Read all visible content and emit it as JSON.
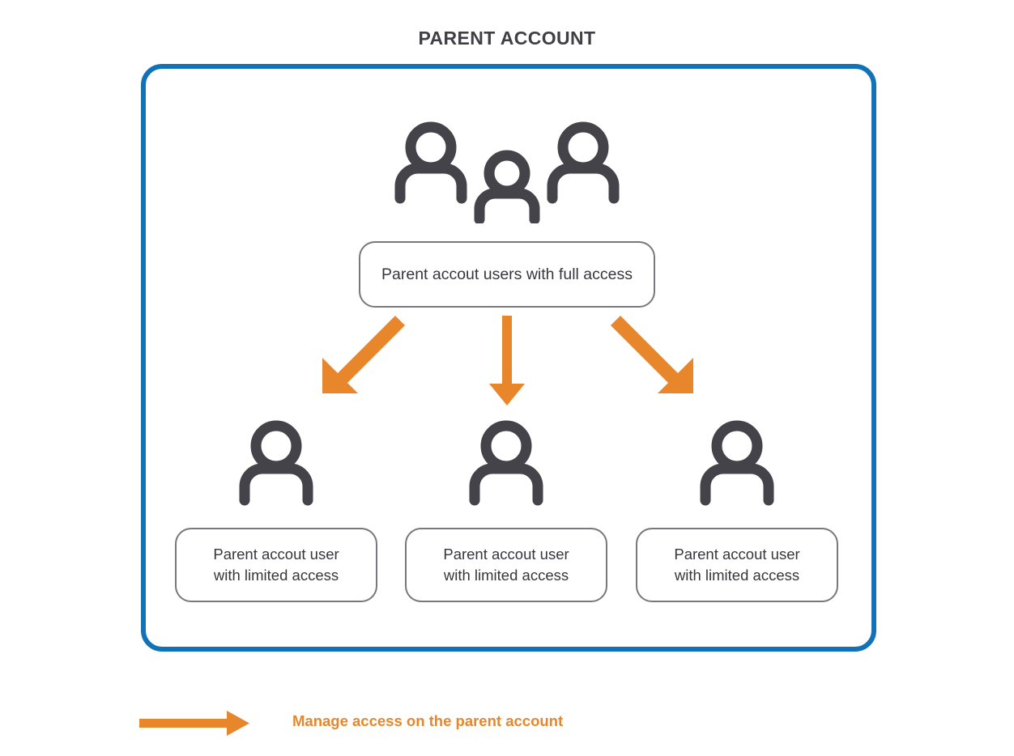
{
  "page": {
    "title": "PARENT ACCOUNT",
    "background": "#ffffff"
  },
  "colors": {
    "frame_blue": "#1272b8",
    "arrow_orange": "#e8862c",
    "icon_gray": "#434349",
    "box_border_gray": "#77777d",
    "text_dark": "#36363c",
    "title_gray": "#3f3f46"
  },
  "diagram": {
    "type": "hierarchy",
    "container_label": "PARENT ACCOUNT",
    "parent_node": {
      "icon": "three-people-icon",
      "label": "Parent accout users with full access"
    },
    "child_nodes": [
      {
        "icon": "person-icon",
        "label_line1": "Parent accout user",
        "label_line2": "with limited access"
      },
      {
        "icon": "person-icon",
        "label_line1": "Parent accout user",
        "label_line2": "with limited access"
      },
      {
        "icon": "person-icon",
        "label_line1": "Parent accout user",
        "label_line2": "with limited access"
      }
    ],
    "connectors": [
      {
        "name": "arrow-down-left",
        "direction": "down-left"
      },
      {
        "name": "arrow-down",
        "direction": "down"
      },
      {
        "name": "arrow-down-right",
        "direction": "down-right"
      }
    ]
  },
  "legend": {
    "icon": "right-arrow-icon",
    "text": "Manage access on the parent account"
  }
}
